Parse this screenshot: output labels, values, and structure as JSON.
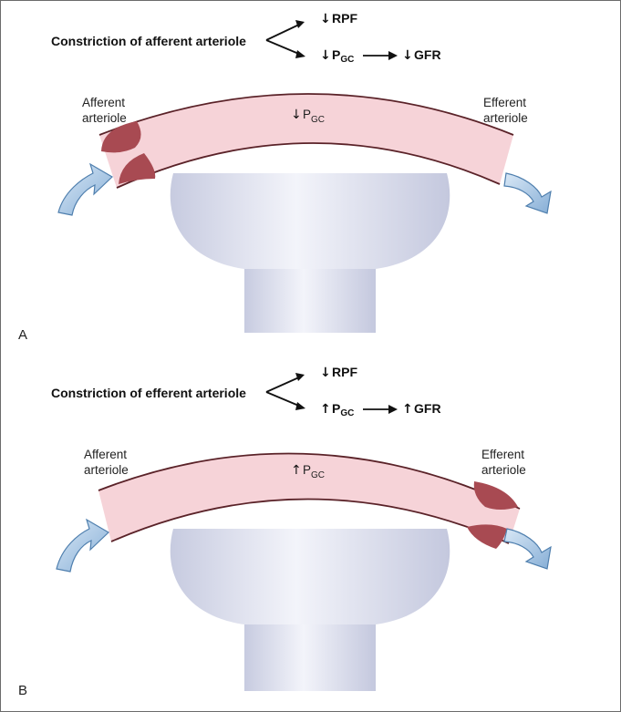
{
  "panels": [
    {
      "letter": "A",
      "caption": "Constriction of afferent arteriole",
      "rpf": {
        "direction": "down",
        "label": "RPF"
      },
      "pgc": {
        "direction": "down",
        "label": "P",
        "sub": "GC"
      },
      "gfr": {
        "direction": "down",
        "label": "GFR"
      },
      "vessel_pgc": {
        "direction": "down",
        "label": "P",
        "sub": "GC"
      },
      "afferent_label": [
        "Afferent",
        "arteriole"
      ],
      "efferent_label": [
        "Efferent",
        "arteriole"
      ],
      "constricted_side": "afferent"
    },
    {
      "letter": "B",
      "caption": "Constriction of efferent arteriole",
      "rpf": {
        "direction": "down",
        "label": "RPF"
      },
      "pgc": {
        "direction": "up",
        "label": "P",
        "sub": "GC"
      },
      "gfr": {
        "direction": "up",
        "label": "GFR"
      },
      "vessel_pgc": {
        "direction": "up",
        "label": "P",
        "sub": "GC"
      },
      "afferent_label": [
        "Afferent",
        "arteriole"
      ],
      "efferent_label": [
        "Efferent",
        "arteriole"
      ],
      "constricted_side": "efferent"
    }
  ],
  "icons": {
    "up": "↑",
    "down": "↓",
    "right": "→"
  },
  "colors": {
    "vessel_fill": "#f6d3d8",
    "vessel_stroke": "#5a2228",
    "constriction": "#a84a52",
    "glomerulus_light": "#eef0f8",
    "glomerulus_dark": "#c9cde2",
    "flow_arrow": "#a9c9e6",
    "flow_arrow_stroke": "#4f7fae"
  }
}
